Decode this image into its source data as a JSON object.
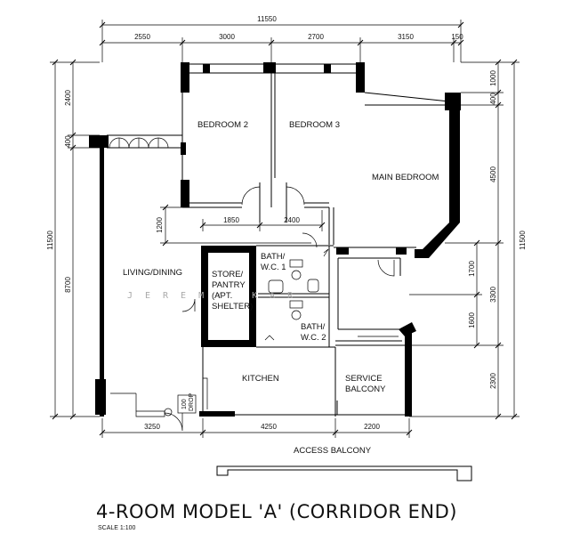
{
  "plan": {
    "title": "4-ROOM MODEL 'A' (CORRIDOR END)",
    "scale": "SCALE  1:100",
    "watermark": "JEREMY KAR",
    "access_label": "ACCESS BALCONY"
  },
  "rooms": {
    "bedroom2": "BEDROOM 2",
    "bedroom3": "BEDROOM 3",
    "main_bedroom": "MAIN BEDROOM",
    "living_dining": "LIVING/DINING",
    "store_1": "STORE/",
    "store_2": "PANTRY",
    "store_3": "(APT.",
    "store_4": "SHELTER)",
    "bath1_1": "BATH/",
    "bath1_2": "W.C. 1",
    "bath2_1": "BATH/",
    "bath2_2": "W.C. 2",
    "kitchen": "KITCHEN",
    "service_1": "SERVICE",
    "service_2": "BALCONY",
    "drop_1": "100",
    "drop_2": "DROP"
  },
  "dims": {
    "total_top": "11550",
    "top": [
      "2550",
      "3000",
      "2700",
      "3150",
      "150"
    ],
    "left_total": "11500",
    "left_top": "2400",
    "left_mid": "400",
    "left_1200": "1200",
    "left_bottom": "8700",
    "right_total": "11500",
    "right": [
      "1000",
      "400",
      "4500"
    ],
    "right_inner": [
      "1700",
      "1600",
      "3300",
      "2300"
    ],
    "inner": [
      "1850",
      "2400"
    ],
    "bottom": [
      "3250",
      "4250",
      "2200"
    ]
  }
}
